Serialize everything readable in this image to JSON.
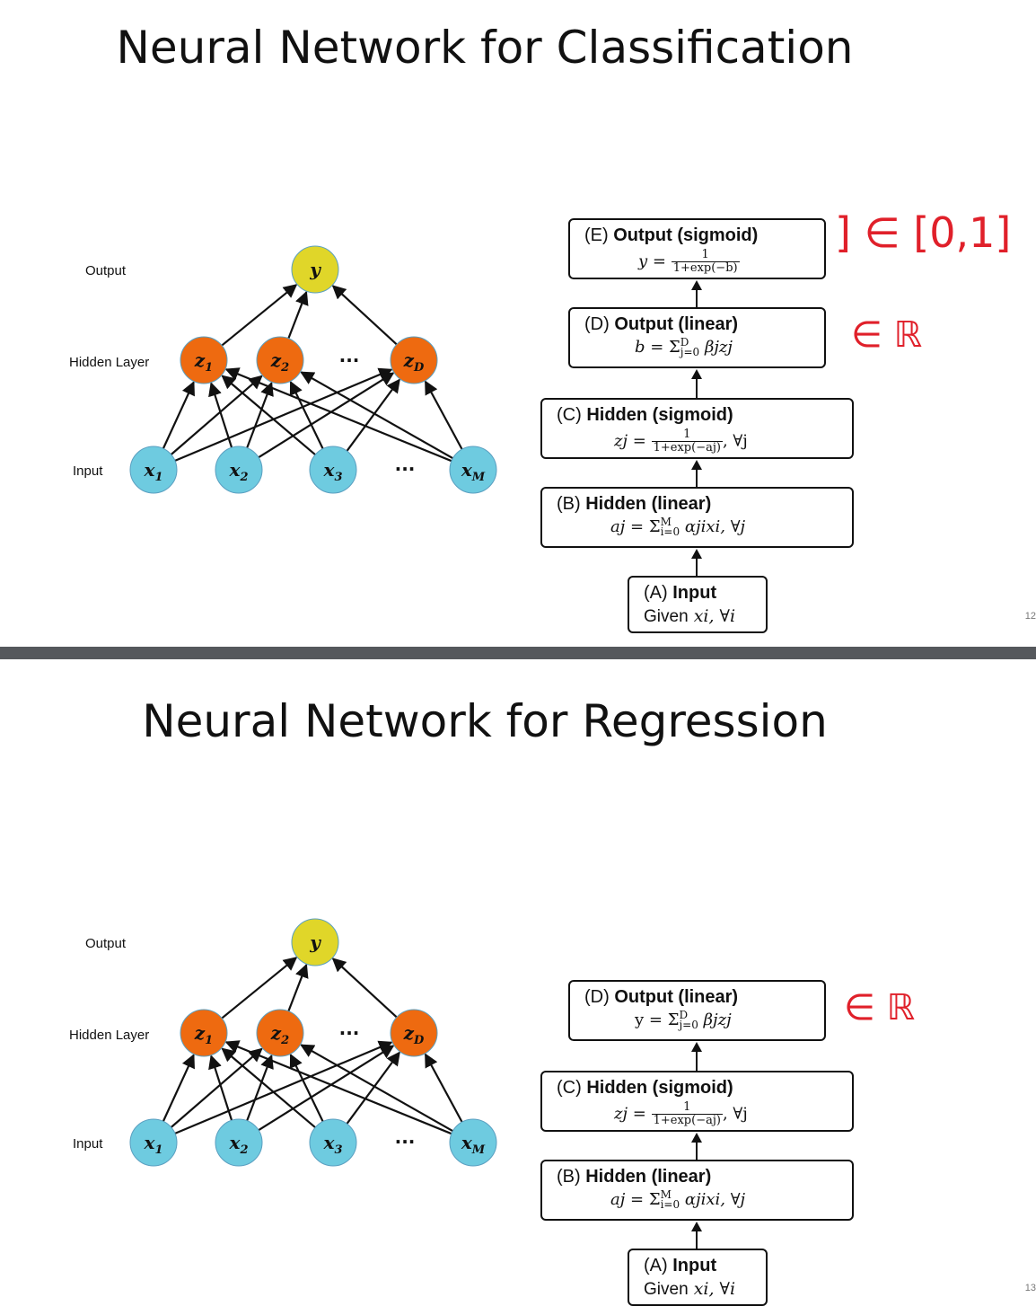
{
  "slides": [
    {
      "title": "Neural Network for Classification",
      "page_number": "12",
      "layer_labels": {
        "output": "Output",
        "hidden": "Hidden Layer",
        "input": "Input"
      },
      "nodes": {
        "output": "y",
        "hidden": [
          "z1",
          "z2",
          "zD"
        ],
        "input": [
          "x1",
          "x2",
          "x3",
          "xM"
        ],
        "ellipsis": "..."
      },
      "boxes": {
        "E": {
          "tag": "(E)",
          "name": "Output (sigmoid)",
          "lhs": "y =",
          "num": "1",
          "den": "1+exp(−b)"
        },
        "D": {
          "tag": "(D)",
          "name": "Output (linear)",
          "lhs": "b =",
          "sum_sup": "D",
          "sum_sub": "j=0",
          "rhs": "βjzj"
        },
        "C": {
          "tag": "(C)",
          "name": "Hidden (sigmoid)",
          "lhs": "zj =",
          "num": "1",
          "den": "1+exp(−aj)",
          "rhs": ", ∀j"
        },
        "B": {
          "tag": "(B)",
          "name": "Hidden (linear)",
          "lhs": "aj =",
          "sum_sup": "M",
          "sum_sub": "i=0",
          "rhs": "αjixi, ∀j"
        },
        "A": {
          "tag": "(A)",
          "name": "Input",
          "given": "Given",
          "rhs": "xi, ∀i"
        }
      },
      "annotations": {
        "sigmoid_range": "] ∈ [0,1]",
        "linear_range": "∈ ℝ"
      }
    },
    {
      "title": "Neural Network for Regression",
      "page_number": "13",
      "layer_labels": {
        "output": "Output",
        "hidden": "Hidden Layer",
        "input": "Input"
      },
      "nodes": {
        "output": "y",
        "hidden": [
          "z1",
          "z2",
          "zD"
        ],
        "input": [
          "x1",
          "x2",
          "x3",
          "xM"
        ],
        "ellipsis": "..."
      },
      "boxes": {
        "D": {
          "tag": "(D)",
          "name": "Output (linear)",
          "lhs": "y =",
          "sum_sup": "D",
          "sum_sub": "j=0",
          "rhs": "βjzj"
        },
        "C": {
          "tag": "(C)",
          "name": "Hidden (sigmoid)",
          "lhs": "zj =",
          "num": "1",
          "den": "1+exp(−aj)",
          "rhs": ", ∀j"
        },
        "B": {
          "tag": "(B)",
          "name": "Hidden (linear)",
          "lhs": "aj =",
          "sum_sup": "M",
          "sum_sub": "i=0",
          "rhs": "αjixi, ∀j"
        },
        "A": {
          "tag": "(A)",
          "name": "Input",
          "given": "Given",
          "rhs": "xi, ∀i"
        }
      },
      "annotations": {
        "linear_range": "∈ ℝ"
      }
    }
  ],
  "colors": {
    "input_node": "#6ecbe0",
    "hidden_node": "#ee6a10",
    "output_node": "#e0d629",
    "annotation": "#e0202a",
    "separator": "#55585c"
  }
}
